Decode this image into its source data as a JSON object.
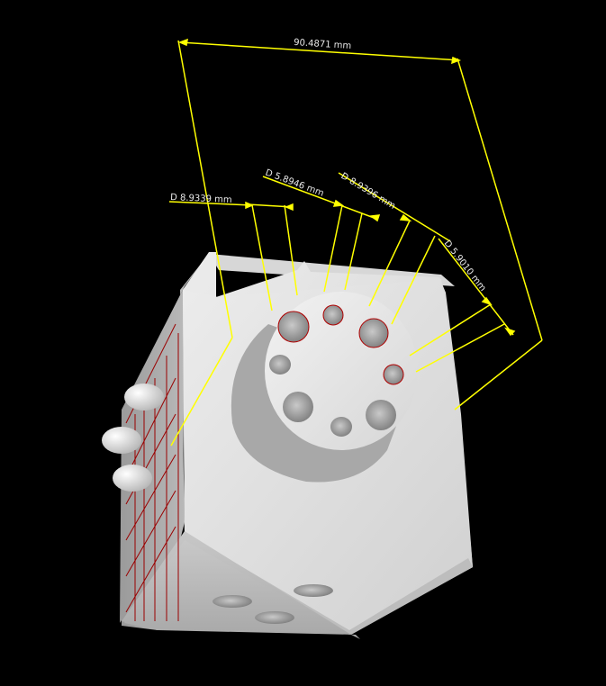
{
  "viewport": {
    "background": "#000000",
    "model_color": "#dcdcdc",
    "dimension_color": "#ffff00",
    "edge_highlight_color": "#b00000"
  },
  "dimensions": {
    "overall": "90.4871 mm",
    "hole_a": "D 8.9339 mm",
    "hole_b": "D 5.8946 mm",
    "hole_c": "D 8.9396 mm",
    "hole_d": "D 5.9010 mm"
  }
}
